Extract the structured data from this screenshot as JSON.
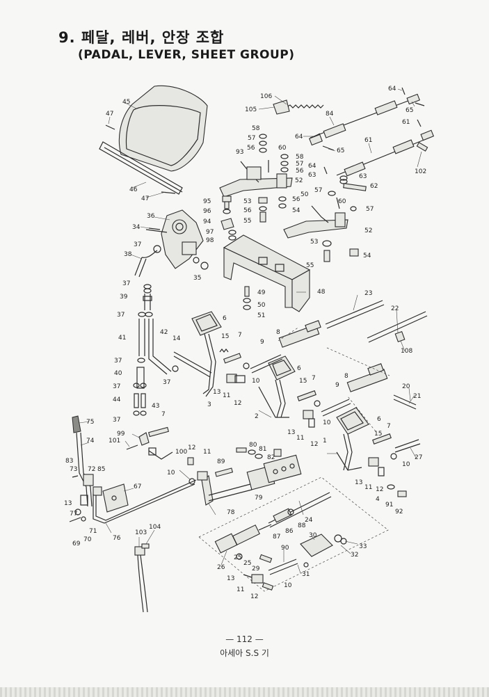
{
  "header": {
    "title_ko": "9. 페달, 레버, 안장 조합",
    "title_en": "(PADAL, LEVER, SHEET GROUP)"
  },
  "footer": {
    "page_number": "— 112 —",
    "model": "아세아 S.S 기"
  },
  "callouts": [
    {
      "id": "c106",
      "label": "106"
    },
    {
      "id": "c105",
      "label": "105"
    },
    {
      "id": "c64a",
      "label": "64"
    },
    {
      "id": "c65a",
      "label": "65"
    },
    {
      "id": "c84",
      "label": "84"
    },
    {
      "id": "c61a",
      "label": "61"
    },
    {
      "id": "c58a",
      "label": "58"
    },
    {
      "id": "c57a",
      "label": "57"
    },
    {
      "id": "c56a",
      "label": "56"
    },
    {
      "id": "c60a",
      "label": "60"
    },
    {
      "id": "c93",
      "label": "93"
    },
    {
      "id": "c64b",
      "label": "64"
    },
    {
      "id": "c65b",
      "label": "65"
    },
    {
      "id": "c61b",
      "label": "61"
    },
    {
      "id": "c102",
      "label": "102"
    },
    {
      "id": "c58b",
      "label": "58"
    },
    {
      "id": "c57b",
      "label": "57"
    },
    {
      "id": "c56b",
      "label": "56"
    },
    {
      "id": "c64c",
      "label": "64"
    },
    {
      "id": "c63a",
      "label": "63"
    },
    {
      "id": "c63b",
      "label": "63"
    },
    {
      "id": "c62",
      "label": "62"
    },
    {
      "id": "c52a",
      "label": "52"
    },
    {
      "id": "c57c",
      "label": "57"
    },
    {
      "id": "c50a",
      "label": "50"
    },
    {
      "id": "c60b",
      "label": "60"
    },
    {
      "id": "c57d",
      "label": "57"
    },
    {
      "id": "c53a",
      "label": "53"
    },
    {
      "id": "c56c",
      "label": "56"
    },
    {
      "id": "c56d",
      "label": "56"
    },
    {
      "id": "c54a",
      "label": "54"
    },
    {
      "id": "c55a",
      "label": "55"
    },
    {
      "id": "c52b",
      "label": "52"
    },
    {
      "id": "c53b",
      "label": "53"
    },
    {
      "id": "c55b",
      "label": "55"
    },
    {
      "id": "c54b",
      "label": "54"
    },
    {
      "id": "c45",
      "label": "45"
    },
    {
      "id": "c47a",
      "label": "47"
    },
    {
      "id": "c46",
      "label": "46"
    },
    {
      "id": "c47b",
      "label": "47"
    },
    {
      "id": "c95",
      "label": "95"
    },
    {
      "id": "c96",
      "label": "96"
    },
    {
      "id": "c94",
      "label": "94"
    },
    {
      "id": "c97",
      "label": "97"
    },
    {
      "id": "c98",
      "label": "98"
    },
    {
      "id": "c36",
      "label": "36"
    },
    {
      "id": "c34",
      "label": "34"
    },
    {
      "id": "c37a",
      "label": "37"
    },
    {
      "id": "c38",
      "label": "38"
    },
    {
      "id": "c35",
      "label": "35"
    },
    {
      "id": "c48",
      "label": "48"
    },
    {
      "id": "c49",
      "label": "49"
    },
    {
      "id": "c50b",
      "label": "50"
    },
    {
      "id": "c51",
      "label": "51"
    },
    {
      "id": "c23",
      "label": "23"
    },
    {
      "id": "c22",
      "label": "22"
    },
    {
      "id": "c108",
      "label": "108"
    },
    {
      "id": "c37b",
      "label": "37"
    },
    {
      "id": "c39",
      "label": "39"
    },
    {
      "id": "c37c",
      "label": "37"
    },
    {
      "id": "c41",
      "label": "41"
    },
    {
      "id": "c42",
      "label": "42"
    },
    {
      "id": "c14",
      "label": "14"
    },
    {
      "id": "c6a",
      "label": "6"
    },
    {
      "id": "c15a",
      "label": "15"
    },
    {
      "id": "c7a",
      "label": "7"
    },
    {
      "id": "c8a",
      "label": "8"
    },
    {
      "id": "c9a",
      "label": "9"
    },
    {
      "id": "c37d",
      "label": "37"
    },
    {
      "id": "c40",
      "label": "40"
    },
    {
      "id": "c37e",
      "label": "37"
    },
    {
      "id": "c44",
      "label": "44"
    },
    {
      "id": "c43",
      "label": "43"
    },
    {
      "id": "c37f",
      "label": "37"
    },
    {
      "id": "c37g",
      "label": "37"
    },
    {
      "id": "c13a",
      "label": "13"
    },
    {
      "id": "c11a",
      "label": "11"
    },
    {
      "id": "c12a",
      "label": "12"
    },
    {
      "id": "c3",
      "label": "3"
    },
    {
      "id": "c10a",
      "label": "10"
    },
    {
      "id": "c6b",
      "label": "6"
    },
    {
      "id": "c15b",
      "label": "15"
    },
    {
      "id": "c7b",
      "label": "7"
    },
    {
      "id": "c8b",
      "label": "8"
    },
    {
      "id": "c9b",
      "label": "9"
    },
    {
      "id": "c20",
      "label": "20"
    },
    {
      "id": "c21",
      "label": "21"
    },
    {
      "id": "c2",
      "label": "2"
    },
    {
      "id": "c13b",
      "label": "13"
    },
    {
      "id": "c11b",
      "label": "11"
    },
    {
      "id": "c12b",
      "label": "12"
    },
    {
      "id": "c10b",
      "label": "10"
    },
    {
      "id": "c6c",
      "label": "6"
    },
    {
      "id": "c7c",
      "label": "7"
    },
    {
      "id": "c15c",
      "label": "15"
    },
    {
      "id": "c1",
      "label": "1"
    },
    {
      "id": "c27",
      "label": "27"
    },
    {
      "id": "c10c",
      "label": "10"
    },
    {
      "id": "c13c",
      "label": "13"
    },
    {
      "id": "c11c",
      "label": "11"
    },
    {
      "id": "c12c",
      "label": "12"
    },
    {
      "id": "c4",
      "label": "4"
    },
    {
      "id": "c91",
      "label": "91"
    },
    {
      "id": "c92",
      "label": "92"
    },
    {
      "id": "c75",
      "label": "75"
    },
    {
      "id": "c74",
      "label": "74"
    },
    {
      "id": "c99",
      "label": "99"
    },
    {
      "id": "c101",
      "label": "101"
    },
    {
      "id": "c7d",
      "label": "7"
    },
    {
      "id": "c100",
      "label": "100"
    },
    {
      "id": "c12d",
      "label": "12"
    },
    {
      "id": "c11d",
      "label": "11"
    },
    {
      "id": "c89",
      "label": "89"
    },
    {
      "id": "c80",
      "label": "80"
    },
    {
      "id": "c81",
      "label": "81"
    },
    {
      "id": "c82",
      "label": "82"
    },
    {
      "id": "c83",
      "label": "83"
    },
    {
      "id": "c73",
      "label": "73"
    },
    {
      "id": "c72",
      "label": "72"
    },
    {
      "id": "c85",
      "label": "85"
    },
    {
      "id": "c10d",
      "label": "10"
    },
    {
      "id": "c67",
      "label": "67"
    },
    {
      "id": "c79",
      "label": "79"
    },
    {
      "id": "c13d",
      "label": "13"
    },
    {
      "id": "c77",
      "label": "77"
    },
    {
      "id": "c78",
      "label": "78"
    },
    {
      "id": "c69",
      "label": "69"
    },
    {
      "id": "c70",
      "label": "70"
    },
    {
      "id": "c71",
      "label": "71"
    },
    {
      "id": "c76",
      "label": "76"
    },
    {
      "id": "c24",
      "label": "24"
    },
    {
      "id": "c88",
      "label": "88"
    },
    {
      "id": "c86",
      "label": "86"
    },
    {
      "id": "c87",
      "label": "87"
    },
    {
      "id": "c103",
      "label": "103"
    },
    {
      "id": "c104",
      "label": "104"
    },
    {
      "id": "c30",
      "label": "30"
    },
    {
      "id": "c33",
      "label": "33"
    },
    {
      "id": "c32",
      "label": "32"
    },
    {
      "id": "c25a",
      "label": "25"
    },
    {
      "id": "c26",
      "label": "26"
    },
    {
      "id": "c25b",
      "label": "25"
    },
    {
      "id": "c90",
      "label": "90"
    },
    {
      "id": "c29",
      "label": "29"
    },
    {
      "id": "c31",
      "label": "31"
    },
    {
      "id": "c13e",
      "label": "13"
    },
    {
      "id": "c10e",
      "label": "10"
    },
    {
      "id": "c11e",
      "label": "11"
    },
    {
      "id": "c12e",
      "label": "12"
    }
  ]
}
